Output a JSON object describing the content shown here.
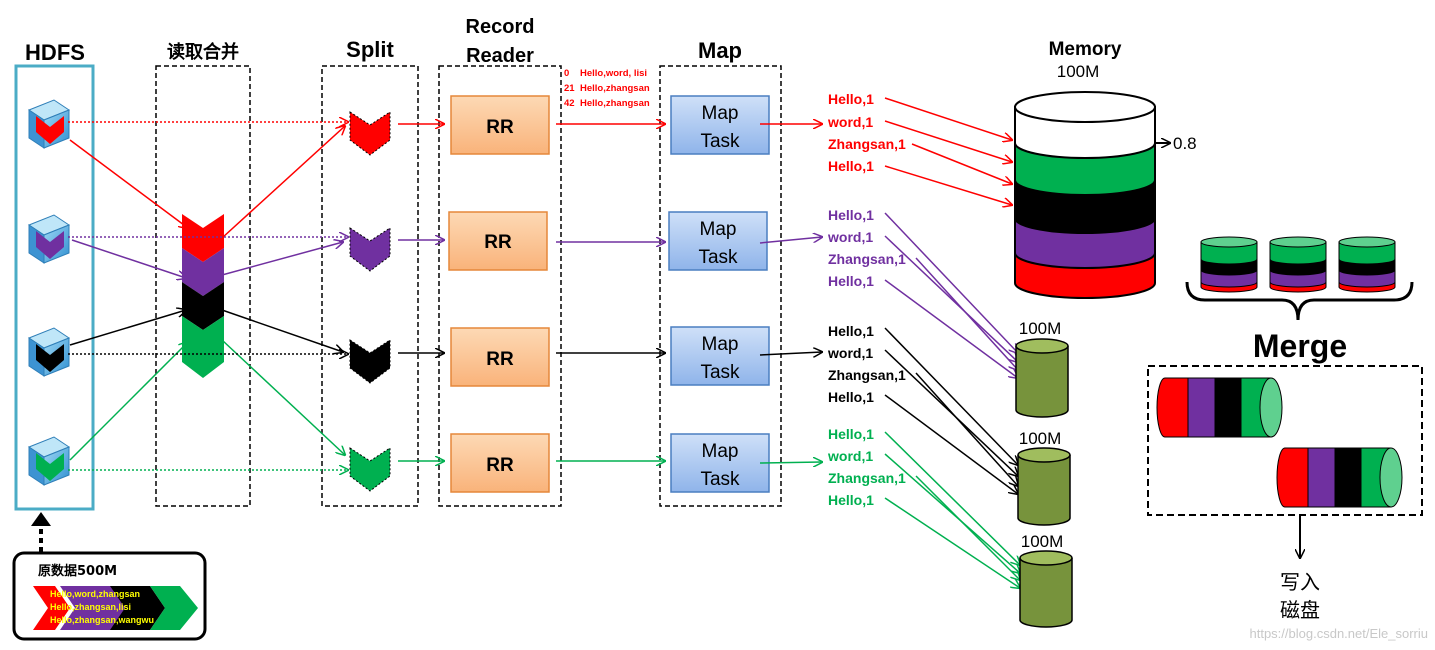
{
  "headers": {
    "hdfs": "HDFS",
    "merge_read": "读取合并",
    "split": "Split",
    "record_reader_1": "Record",
    "record_reader_2": "Reader",
    "map": "Map",
    "memory": "Memory",
    "memory_size": "100M",
    "merge": "Merge"
  },
  "colors": {
    "red": "#ff0000",
    "purple": "#7030a0",
    "black": "#000000",
    "green": "#00b050",
    "rr_fill": "#fbc79e",
    "map_fill": "#a9c6f0",
    "disk_fill": "#77933c",
    "teal": "#4bacc6"
  },
  "rr_label": "RR",
  "map_task_line1": "Map",
  "map_task_line2": "Task",
  "offsets": [
    {
      "num": "0",
      "text": "Hello,word, lisi"
    },
    {
      "num": "21",
      "text": "Hello,zhangsan"
    },
    {
      "num": "42",
      "text": "Hello,zhangsan"
    }
  ],
  "kv_groups": [
    [
      "Hello,1",
      "word,1",
      "Zhangsan,1",
      "Hello,1"
    ],
    [
      "Hello,1",
      "word,1",
      "Zhangsan,1",
      "Hello,1"
    ],
    [
      "Hello,1",
      "word,1",
      "Zhangsan,1",
      "Hello,1"
    ],
    [
      "Hello,1",
      "word,1",
      "Zhangsan,1",
      "Hello,1"
    ]
  ],
  "spill_threshold": "0.8",
  "disk_sizes": [
    "100M",
    "100M",
    "100M"
  ],
  "source": {
    "title": "原数据500M",
    "lines": [
      "Hello,word,zhangsan",
      "Hello,zhangsan,lisi",
      "Hello,zhangsan,wangwu"
    ]
  },
  "write_disk": [
    "写入",
    "磁盘"
  ],
  "watermark": "https://blog.csdn.net/Ele_sorriu"
}
